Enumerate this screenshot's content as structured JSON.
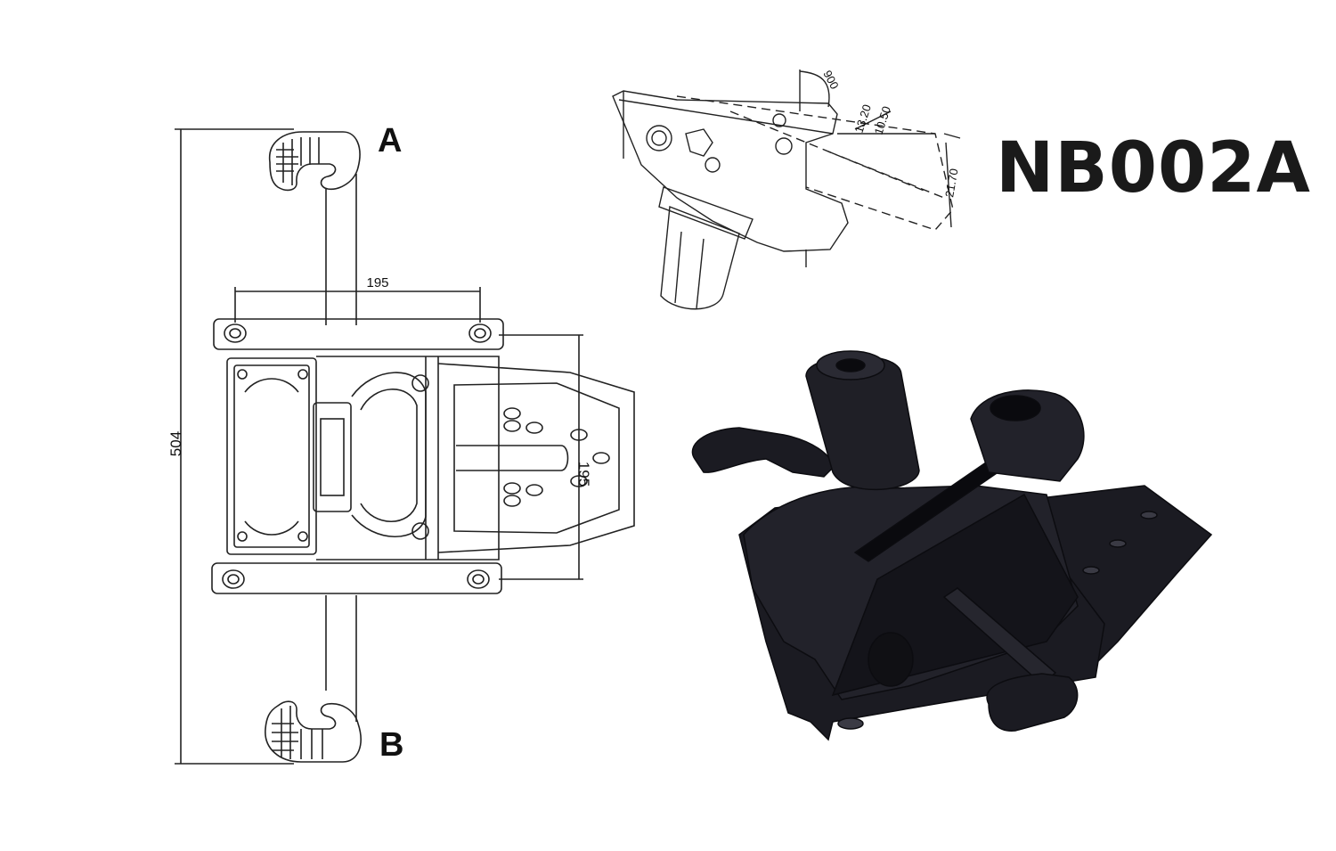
{
  "model": "NB002A",
  "labels": {
    "a": "A",
    "b": "B"
  },
  "dimensions": {
    "overall_height": "504",
    "top_width": "195",
    "side_height": "195",
    "angle": "900",
    "d1": "13.20",
    "d2": "10.50",
    "d3": "21.70"
  },
  "colors": {
    "ink": "#222222",
    "body": "#1b1b22"
  }
}
